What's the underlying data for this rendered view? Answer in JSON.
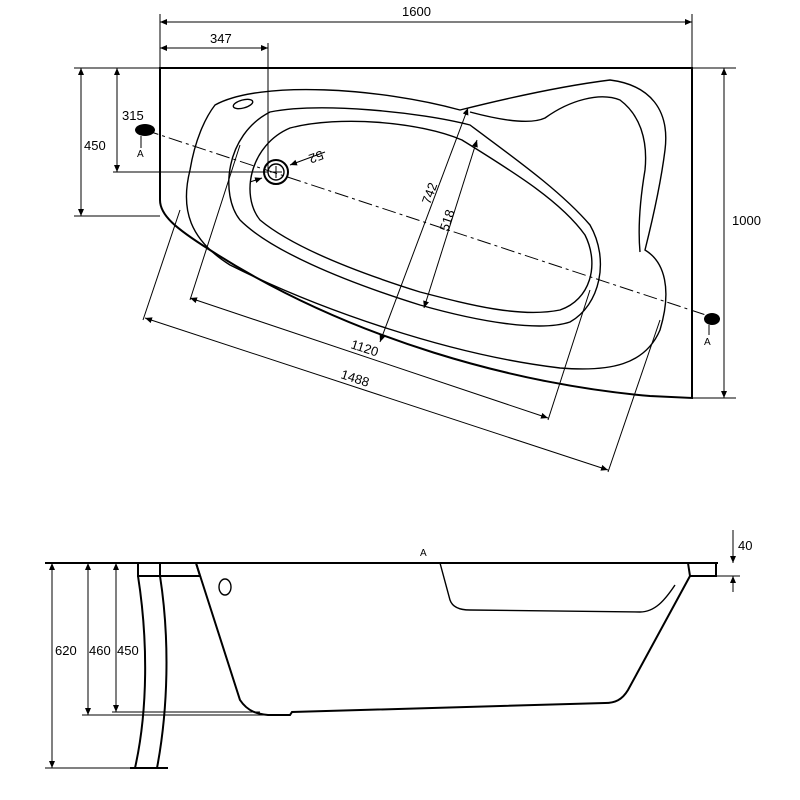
{
  "top_view": {
    "dims": {
      "overall_length": "1600",
      "drain_offset_x": "347",
      "overall_width_left": "450",
      "drain_offset_y": "315",
      "overall_width_right": "1000",
      "basin_width_outer": "742",
      "basin_width_inner": "518",
      "basin_length_inner": "1120",
      "basin_length_outer": "1488",
      "drain_diameter": "52"
    },
    "faucet_marker": "A"
  },
  "side_view": {
    "dims": {
      "total_height": "620",
      "height_460": "460",
      "height_450": "450",
      "rim_thickness": "40"
    },
    "top_marker": "A"
  }
}
